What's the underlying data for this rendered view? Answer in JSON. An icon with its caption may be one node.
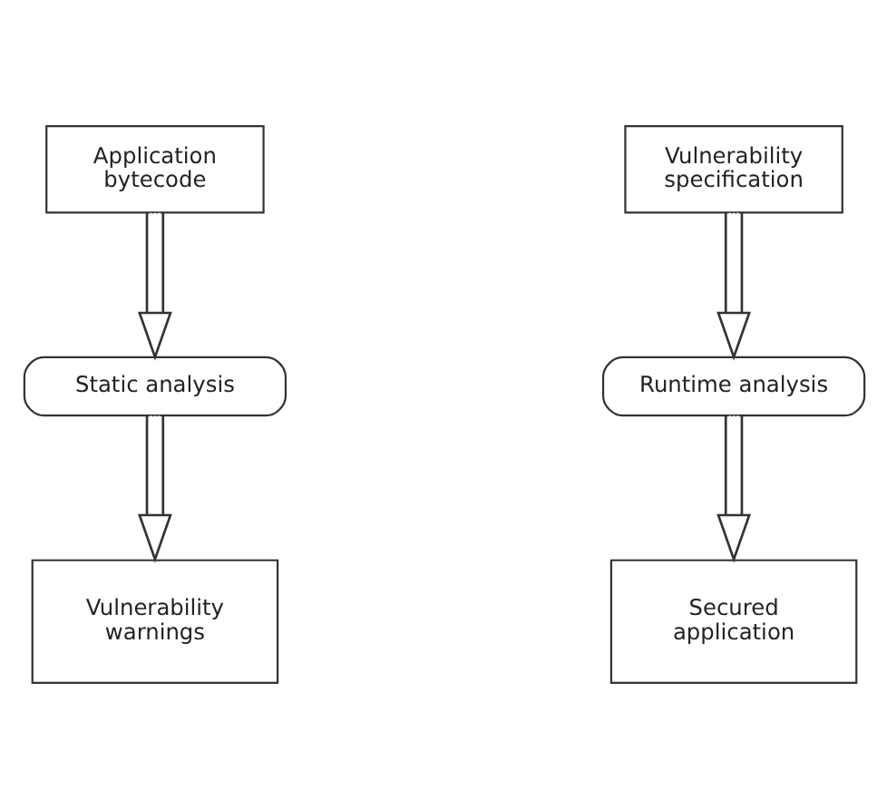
{
  "diagram": {
    "nodes": [
      {
        "text": [
          "Application bytecode"
        ]
      },
      {
        "text": [
          "Vulnerability specification"
        ]
      },
      {
        "text": [
          "Static analysis"
        ]
      },
      {
        "text": [
          "Runtime analysis"
        ]
      },
      {
        "text": [
          "Vulnerability warnings"
        ]
      },
      {
        "text": [
          "Secured application"
        ]
      }
    ],
    "edges": [
      {
        "from": 0,
        "to": 2,
        "arrow": "to"
      },
      {
        "from": 1,
        "to": 3,
        "arrow": "to"
      },
      {
        "from": 2,
        "to": 4,
        "arrow": "to"
      },
      {
        "from": 3,
        "to": 5,
        "arrow": "to"
      }
    ]
  }
}
